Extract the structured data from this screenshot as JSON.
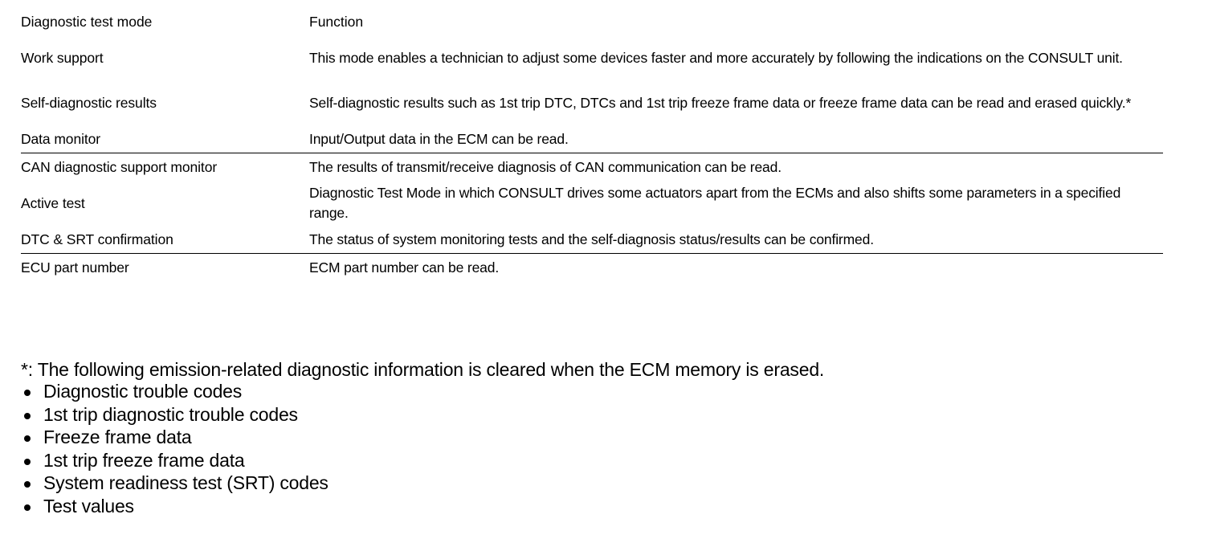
{
  "table": {
    "columns": [
      "Diagnostic test mode",
      "Function"
    ],
    "rows": [
      {
        "mode": "Work support",
        "function": "This mode enables a technician to adjust some devices faster and more accurately by following the indications on the CONSULT unit."
      },
      {
        "mode": "Self-diagnostic results",
        "function": "Self-diagnostic results such as 1st trip DTC, DTCs and 1st trip freeze frame data or freeze frame data can be read and erased quickly.*"
      },
      {
        "mode": "Data monitor",
        "function": "Input/Output data in the ECM can be read."
      },
      {
        "mode": "CAN diagnostic support monitor",
        "function": "The results of transmit/receive diagnosis of CAN communication can be read."
      },
      {
        "mode": "Active test",
        "function": "Diagnostic Test Mode in which CONSULT drives some actuators apart from the ECMs and also shifts some parameters in a specified range."
      },
      {
        "mode": "DTC & SRT confirmation",
        "function": "The status of system monitoring tests and the self-diagnosis status/results can be confirmed."
      },
      {
        "mode": "ECU part number",
        "function": "ECM part number can be read."
      }
    ]
  },
  "footnote": {
    "lead": "*: The following emission-related diagnostic information is cleared when the ECM memory is erased.",
    "items": [
      "Diagnostic trouble codes",
      "1st trip diagnostic trouble codes",
      "Freeze frame data",
      "1st trip freeze frame data",
      "System readiness test (SRT) codes",
      "Test values"
    ]
  },
  "colors": {
    "ink": "#000000",
    "paper": "#ffffff"
  }
}
